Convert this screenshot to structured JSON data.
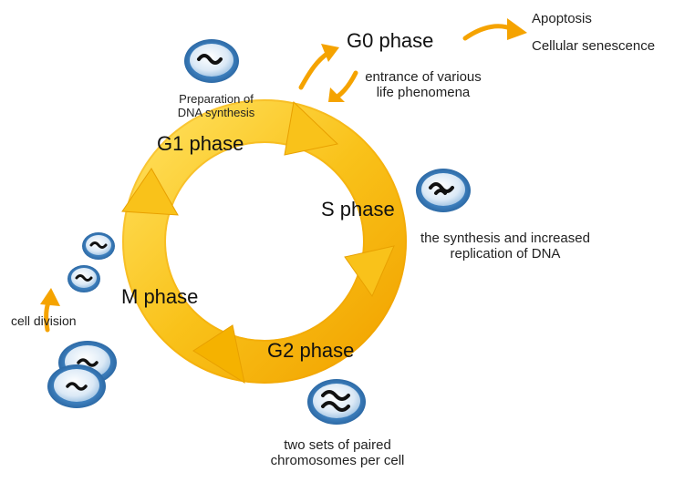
{
  "phases": {
    "g0": "G0 phase",
    "g1": "G1 phase",
    "s": "S phase",
    "g2": "G2 phase",
    "m": "M phase"
  },
  "annotations": {
    "apoptosis": "Apoptosis",
    "senescence": "Cellular senescence",
    "g0_entrance_line1": "entrance of various",
    "g0_entrance_line2": "life phenomena",
    "g1_prep_line1": "Preparation of",
    "g1_prep_line2": "DNA synthesis",
    "s_desc_line1": "the synthesis and increased",
    "s_desc_line2": "replication of DNA",
    "g2_desc_line1": "two sets of paired",
    "g2_desc_line2": "chromosomes per cell",
    "cell_division": "cell division"
  },
  "colors": {
    "ring_outer": "#f7a800",
    "ring_inner": "#ffd84a",
    "arrow_orange": "#f5a300",
    "cell_blue": "#4a90c8",
    "cell_light": "#dbe9f6",
    "chromosome": "#111111"
  }
}
